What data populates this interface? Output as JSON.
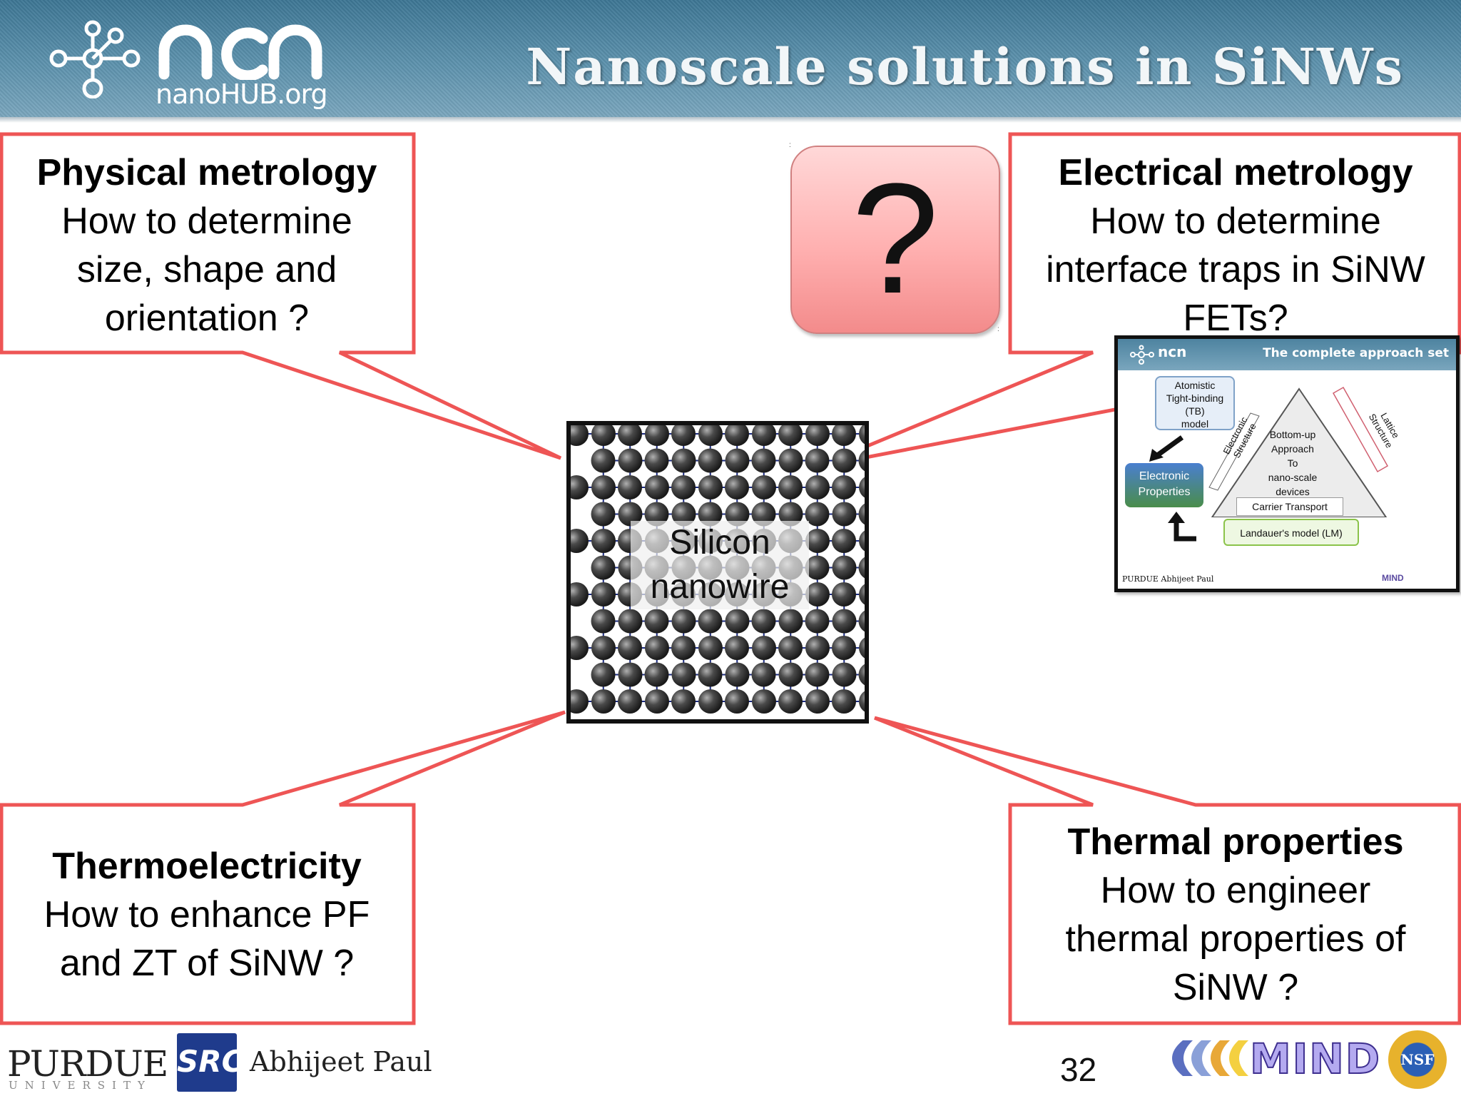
{
  "header": {
    "logo_wordmark": "ncn",
    "logo_subtext": "nanoHUB.org",
    "title": "Nanoscale solutions in SiNWs"
  },
  "callouts": {
    "physical": {
      "heading": "Physical metrology",
      "lines": [
        "How to determine",
        "size, shape and",
        "orientation ?"
      ]
    },
    "electrical": {
      "heading": "Electrical metrology",
      "lines": [
        "How to determine",
        "interface traps in SiNW",
        "FETs?"
      ]
    },
    "thermoelectric": {
      "heading": "Thermoelectricity",
      "lines": [
        "How to enhance PF",
        "and ZT of SiNW ?"
      ]
    },
    "thermal": {
      "heading": "Thermal properties",
      "lines": [
        "How to engineer",
        "thermal properties of",
        "SiNW ?"
      ]
    }
  },
  "question_box": {
    "symbol": "?"
  },
  "nanowire": {
    "label_line1": "Silicon",
    "label_line2": "nanowire"
  },
  "thumbnail": {
    "logo": "ncn",
    "title": "The complete approach set",
    "atomistic": [
      "Atomistic",
      "Tight-binding",
      "(TB)",
      "model"
    ],
    "electronic": [
      "Electronic",
      "Properties"
    ],
    "bottom_up": [
      "Bottom-up",
      "Approach",
      "To",
      "nano-scale",
      "devices"
    ],
    "electronic_structure": "Electronic Structure",
    "lattice_structure": "Lattice Structure",
    "carrier_transport": "Carrier Transport",
    "landauer": "Landauer's model (LM)",
    "footer_left": "PURDUE  Abhijeet Paul",
    "footer_right": "MIND"
  },
  "footer": {
    "purdue": "PURDUE",
    "university": "UNIVERSITY",
    "src": "SRC",
    "author": "Abhijeet Paul",
    "slide_number": "32",
    "mind": "MIND",
    "nsf": "NSF"
  },
  "colors": {
    "callout_border": "#ee5555",
    "header_top": "#3d7694",
    "header_bottom": "#7aa6bd",
    "atom": "#3a3a3a",
    "bond": "#1a2a80"
  }
}
